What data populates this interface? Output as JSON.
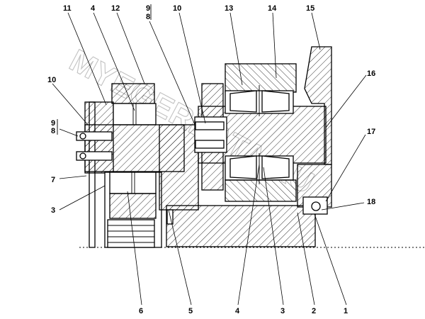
{
  "callouts": [
    {
      "id": "c11",
      "text": "11"
    },
    {
      "id": "c4a",
      "text": "4"
    },
    {
      "id": "c12",
      "text": "12"
    },
    {
      "id": "c9a",
      "text": "9"
    },
    {
      "id": "c8a",
      "text": "8"
    },
    {
      "id": "c10a",
      "text": "10"
    },
    {
      "id": "c13",
      "text": "13"
    },
    {
      "id": "c14",
      "text": "14"
    },
    {
      "id": "c15",
      "text": "15"
    },
    {
      "id": "c10b",
      "text": "10"
    },
    {
      "id": "c16",
      "text": "16"
    },
    {
      "id": "c9b",
      "text": "9"
    },
    {
      "id": "c8b",
      "text": "8"
    },
    {
      "id": "c17",
      "text": "17"
    },
    {
      "id": "c7",
      "text": "7"
    },
    {
      "id": "c3a",
      "text": "3"
    },
    {
      "id": "c18",
      "text": "18"
    },
    {
      "id": "c6",
      "text": "6"
    },
    {
      "id": "c5",
      "text": "5"
    },
    {
      "id": "c4b",
      "text": "4"
    },
    {
      "id": "c3b",
      "text": "3"
    },
    {
      "id": "c2",
      "text": "2"
    },
    {
      "id": "c1",
      "text": "1"
    }
  ],
  "watermark": "MYEGERDATA.RU",
  "colors": {
    "line": "#000000",
    "watermark": "#b8b8b8",
    "background": "#ffffff"
  }
}
